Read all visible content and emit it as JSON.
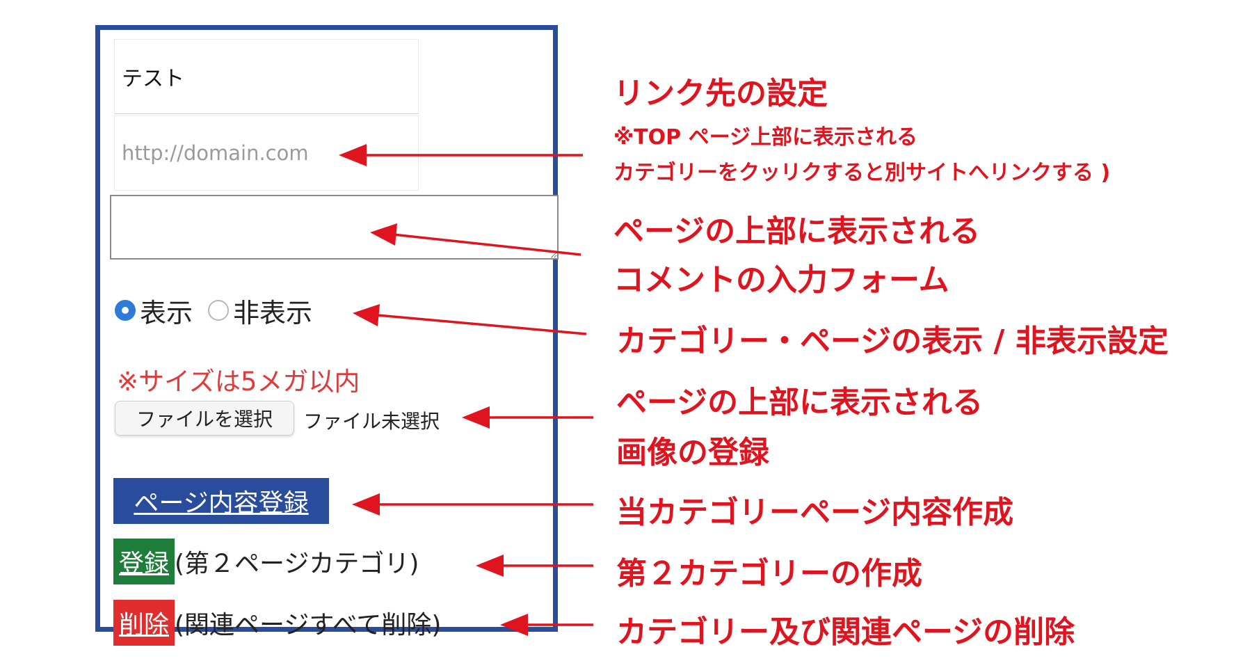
{
  "form": {
    "name_value": "テスト",
    "url_placeholder": "http://domain.com",
    "comment_value": "",
    "radio_show_label": "表示",
    "radio_hide_label": "非表示",
    "size_note": "※サイズは5メガ以内",
    "file_button_label": "ファイルを選択",
    "file_status": "ファイル未選択",
    "page_content_button": "ページ内容登録",
    "register_button": "登録",
    "register_note": "(第２ページカテゴリ)",
    "delete_button": "削除",
    "delete_note": "(関連ページすべて削除)"
  },
  "annotations": {
    "link_title": "リンク先の設定",
    "link_note_1": "※TOP ページ上部に表示される",
    "link_note_2": "カテゴリーをクッリクすると別サイトへリンクする )",
    "comment_1": "ページの上部に表示される",
    "comment_2": "コメントの入力フォーム",
    "visibility": "カテゴリー・ページの表示 / 非表示設定",
    "image_1": "ページの上部に表示される",
    "image_2": "画像の登録",
    "page_content": "当カテゴリーページ内容作成",
    "second_category": "第２カテゴリーの作成",
    "delete": "カテゴリー及び関連ページの削除"
  },
  "colors": {
    "frame": "#2a4c9c",
    "annotation_red": "#e0141e",
    "register_green": "#1f7d3c",
    "delete_red": "#e12d2d"
  }
}
